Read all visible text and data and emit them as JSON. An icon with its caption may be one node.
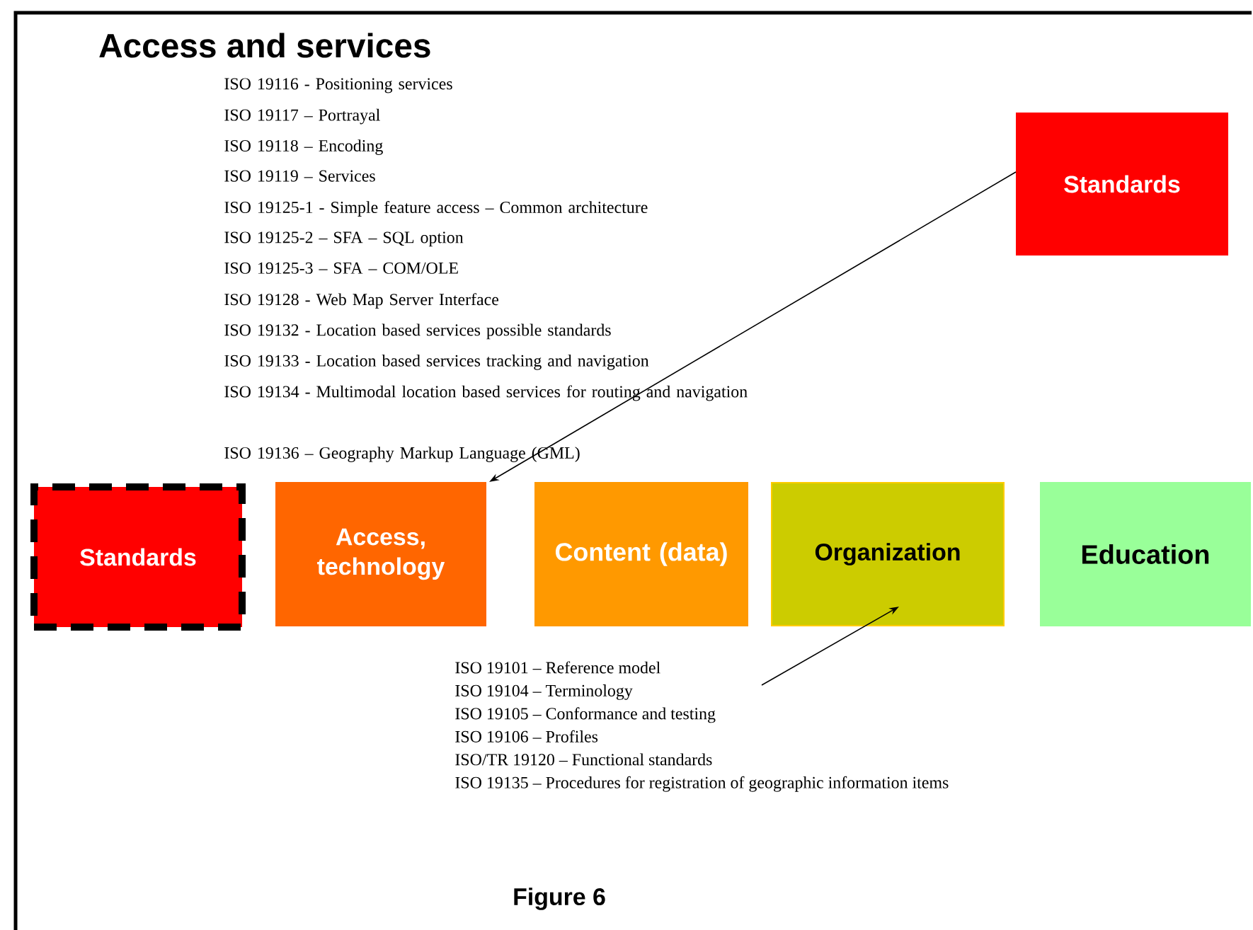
{
  "diagram": {
    "title": "Access and services",
    "caption": "Figure 6",
    "nodes": [
      {
        "text": [
          "Standards"
        ]
      },
      {
        "text": [
          "Standards"
        ]
      },
      {
        "text": [
          "Access, technology"
        ]
      },
      {
        "text": [
          "Content (data)"
        ]
      },
      {
        "text": [
          "Organization"
        ]
      },
      {
        "text": [
          "Education"
        ]
      },
      {
        "text": [
          "ISO 19101 – Reference model",
          "ISO 19104 – Terminology",
          "ISO 19105 – Conformance and testing",
          "ISO 19106 – Profiles",
          "ISO/TR 19120 – Functional standards",
          "ISO 19135 – Procedures for registration of geographic information items"
        ]
      }
    ],
    "edges": [
      {
        "from": 0,
        "to": 2,
        "arrow": "to"
      },
      {
        "from": 6,
        "to": 4,
        "arrow": "to"
      }
    ],
    "labels": [
      "ISO 19116 - Positioning services",
      "ISO 19117 – Portrayal",
      "ISO 19118 – Encoding",
      "ISO 19119 – Services",
      "ISO 19125-1 - Simple feature access – Common architecture",
      "ISO 19125-2 – SFA – SQL option",
      "ISO 19125-3 – SFA – COM/OLE",
      "ISO 19128 - Web Map Server Interface",
      "ISO 19132 - Location based services possible standards",
      "ISO 19133 - Location based services tracking and navigation",
      "ISO 19134 - Multimodal location based services for routing and navigation",
      "ISO 19136 – Geography Markup Language (GML)"
    ]
  }
}
